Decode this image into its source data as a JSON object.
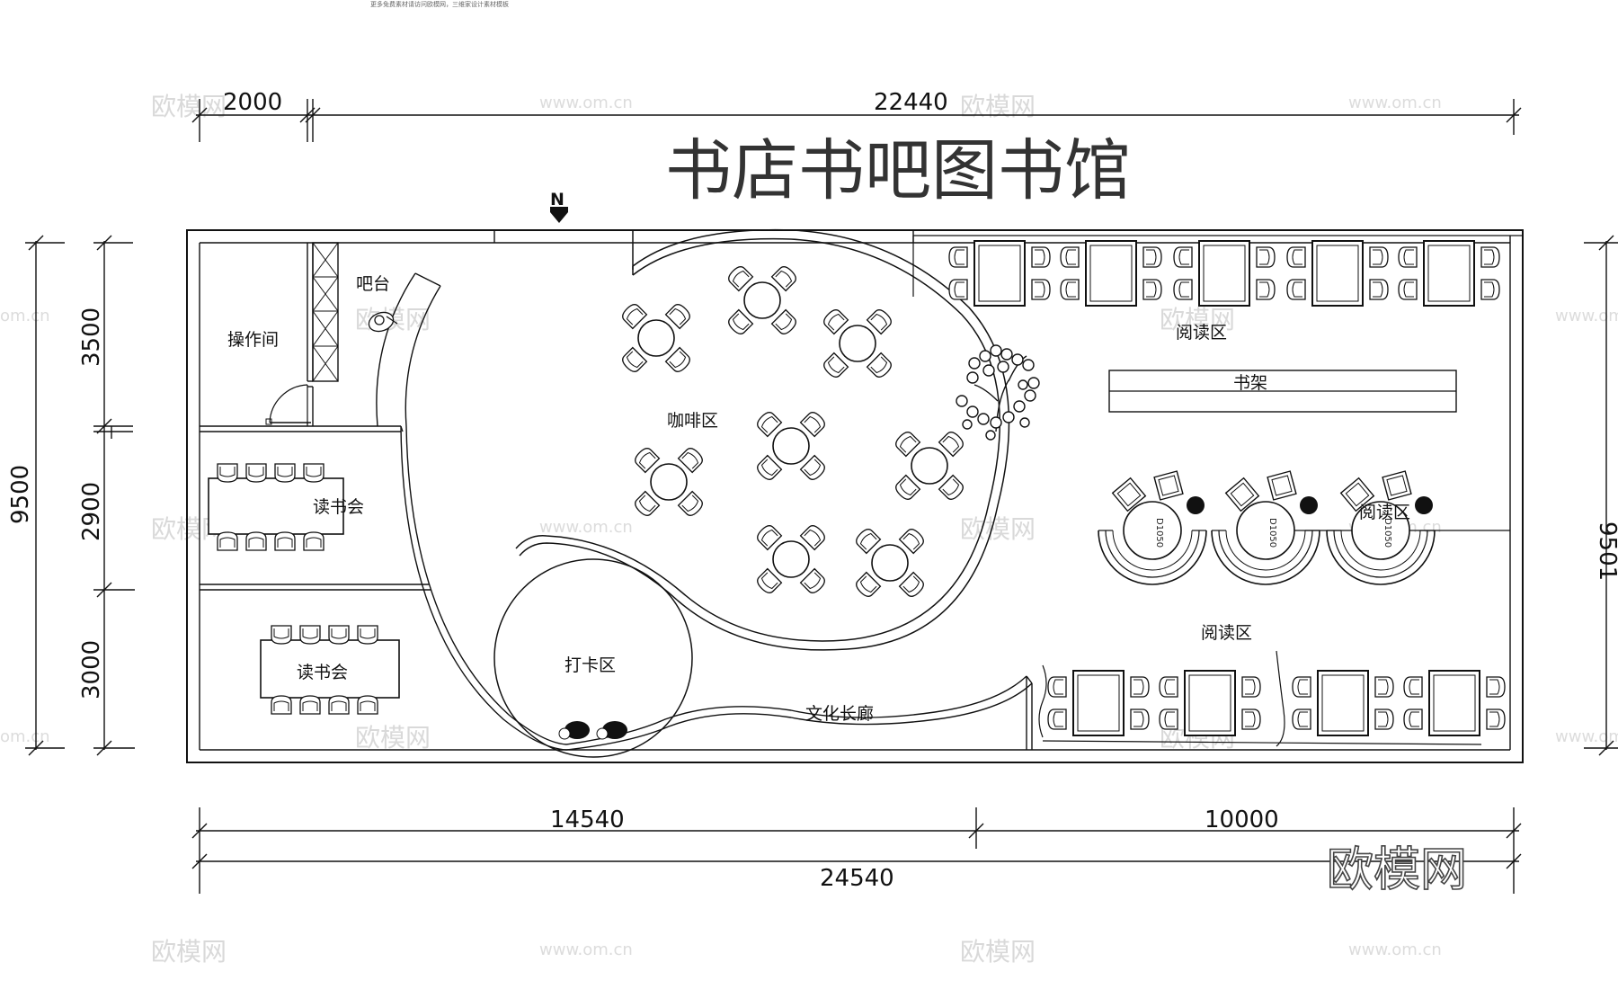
{
  "title": "书店书吧图书馆",
  "top_note": "更多免费素材请访问欧模网，三维家设计素材模板",
  "dimensions": {
    "top_left": "2000",
    "top_right": "22440",
    "left_outer": "9500",
    "left_1": "3500",
    "left_2": "2900",
    "left_3": "3000",
    "right": "9501",
    "bottom_1": "14540",
    "bottom_2": "10000",
    "bottom_total": "24540"
  },
  "zones": {
    "bar": "吧台",
    "operation_room": "操作间",
    "book_club_1": "读书会",
    "book_club_2": "读书会",
    "coffee": "咖啡区",
    "checkin": "打卡区",
    "corridor": "文化长廊",
    "reading_top": "阅读区",
    "bookshelf": "书架",
    "reading_mid": "阅读区",
    "reading_bottom": "阅读区"
  },
  "table_tag": "D1050",
  "north_mark": "N",
  "watermarks": {
    "brand": "欧模网",
    "url": "www.om.cn",
    "url_short": "om.cn"
  },
  "colors": {
    "line": "#111111",
    "title": "#333333",
    "watermark": "#d9d9d9"
  }
}
